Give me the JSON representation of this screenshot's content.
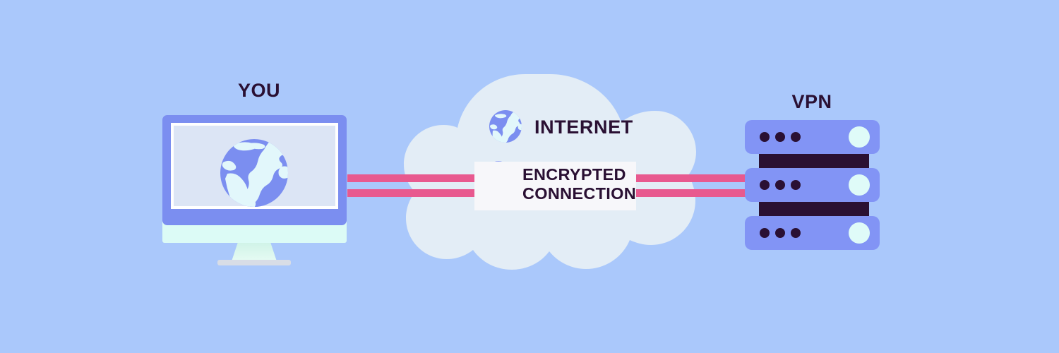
{
  "diagram": {
    "title": "VPN encrypted connection diagram",
    "background_color": "#aac8fb"
  },
  "nodes": {
    "client": {
      "label": "YOU",
      "icon": "desktop-monitor-icon",
      "screen_icon": "globe-icon",
      "bezel_color": "#7b8ef0",
      "screen_color": "#dce5f5",
      "base_color": "#dcfbf6"
    },
    "internet": {
      "label": "INTERNET",
      "icon": "globe-icon",
      "cloud_color": "#e3edf6"
    },
    "encrypted": {
      "line1": "ENCRYPTED",
      "line2": "CONNECTION",
      "icon": "padlock-icon",
      "box_color": "#f7f7fa",
      "lock_color": "#7b8ef0"
    },
    "server": {
      "label": "VPN",
      "icon": "server-rack-icon",
      "unit_color": "#8294f5",
      "gap_color": "#2a1033",
      "led_color": "#dffbf8",
      "units": 3,
      "dots_per_unit": 3
    }
  },
  "connections": {
    "color": "#e8598f",
    "stripes": 2,
    "left_segment": "client-to-internet",
    "right_segment": "internet-to-vpn"
  },
  "colors": {
    "background": "#aac8fb",
    "accent_pink": "#e8598f",
    "accent_blue": "#7b8ef0",
    "dark": "#2a1033",
    "cloud": "#e3edf6"
  }
}
